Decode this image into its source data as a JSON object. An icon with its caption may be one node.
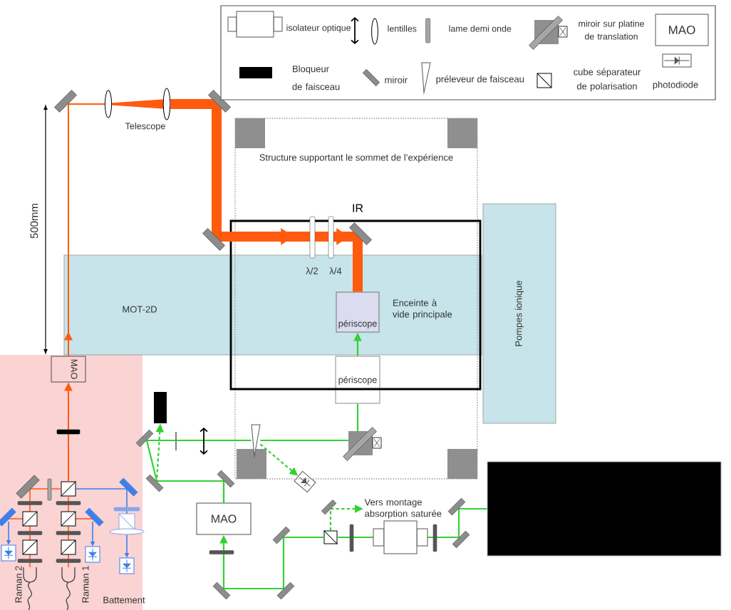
{
  "diagram": {
    "nodes": [
      {
        "text": [
          "Telescope"
        ]
      },
      {
        "text": [
          "Pompes ionique"
        ]
      },
      {
        "text": [
          "MOT-2D",
          "Enceinte à vide principale"
        ]
      },
      {
        "text": [
          "périscope"
        ],
        "in": 2
      },
      {
        "text": [
          "MAO"
        ]
      },
      {
        "text": [
          "périscope"
        ]
      },
      {
        "text": [],
        "shape": "box"
      },
      {
        "text": [],
        "shape": "triangle"
      },
      {
        "text": [],
        "shape": "box"
      },
      {
        "text": [],
        "shape": "picture"
      },
      {
        "text": [],
        "shape": "box"
      },
      {
        "text": [
          "Vers montage absorption saturée"
        ]
      },
      {
        "text": [
          "MAO"
        ]
      },
      {
        "text": [],
        "shape": "box"
      }
    ],
    "edges": [
      {
        "from": 4,
        "to": 0,
        "arrow": "to",
        "color": "#ff5b0f"
      },
      {
        "from": 0,
        "to": 3,
        "arrow": "to",
        "style": "thick",
        "color": "#ff5b0f"
      },
      {
        "from": 10,
        "to": 4,
        "arrow": "to",
        "color": "#ff5b0f"
      },
      {
        "from": 8,
        "to": 13,
        "arrow": "none",
        "color": "#35d035"
      },
      {
        "from": 13,
        "to": 12,
        "arrow": "to",
        "color": "#35d035"
      },
      {
        "from": 12,
        "to": 7,
        "arrow": "none",
        "color": "#35d035"
      },
      {
        "from": 7,
        "to": 5,
        "arrow": "none",
        "color": "#35d035"
      },
      {
        "from": 5,
        "to": 3,
        "arrow": "to",
        "color": "#35d035"
      },
      {
        "from": 13,
        "to": 11,
        "arrow": "to",
        "style": "dashed",
        "color": "#35d035"
      },
      {
        "from": 12,
        "to": 6,
        "arrow": "to",
        "style": "dashed",
        "color": "#35d035"
      },
      {
        "from": 7,
        "to": 9,
        "arrow": "to",
        "style": "dashed",
        "color": "#35d035"
      }
    ],
    "labels": [
      "Structure supportant le sommet de l’expérience",
      "500mm",
      "IR",
      "λ/2",
      "λ/4",
      "Raman 2",
      "Raman 1",
      "Battement"
    ],
    "legend": [
      {
        "text": "isolateur optique"
      },
      {
        "text": "lentilles"
      },
      {
        "text": "lame demi onde"
      },
      {
        "text": "miroir sur platine de translation"
      },
      {
        "text": "MAO"
      },
      {
        "text": "Bloqueur de faisceau"
      },
      {
        "text": "miroir"
      },
      {
        "text": "préleveur de faisceau"
      },
      {
        "text": "cube séparateur de polarisation"
      },
      {
        "text": "photodiode"
      }
    ]
  }
}
